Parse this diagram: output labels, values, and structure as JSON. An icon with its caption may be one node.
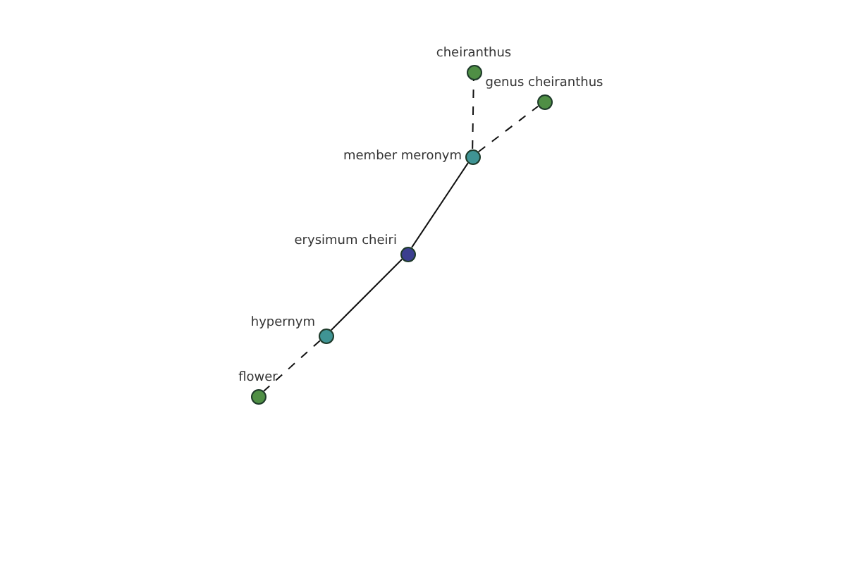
{
  "diagram": {
    "nodes": [
      {
        "text": [
          "cheiranthus"
        ]
      },
      {
        "text": [
          "genus cheiranthus"
        ]
      },
      {
        "text": [
          "member meronym"
        ]
      },
      {
        "text": [
          "erysimum cheiri"
        ]
      },
      {
        "text": [
          "hypernym"
        ]
      },
      {
        "text": [
          "flower"
        ]
      }
    ],
    "edges": [
      {
        "from": 2,
        "to": 0,
        "arrow": "none",
        "style": "dashed"
      },
      {
        "from": 2,
        "to": 1,
        "arrow": "none",
        "style": "dashed"
      },
      {
        "from": 3,
        "to": 2,
        "arrow": "none"
      },
      {
        "from": 3,
        "to": 4,
        "arrow": "none"
      },
      {
        "from": 4,
        "to": 5,
        "arrow": "none",
        "style": "dashed"
      }
    ]
  }
}
